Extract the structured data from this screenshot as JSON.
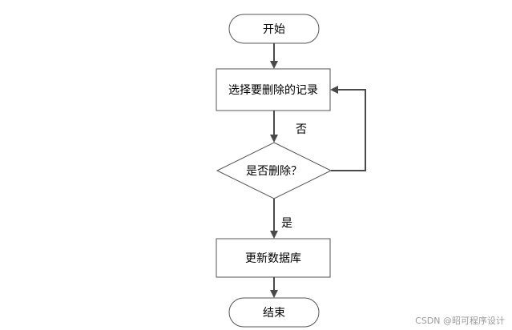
{
  "nodes": {
    "start": "开始",
    "select": "选择要删除的记录",
    "decision": "是否删除？",
    "update": "更新数据库",
    "end": "结束"
  },
  "edges": {
    "no_label": "否",
    "yes_label": "是"
  },
  "watermark": "CSDN @昭可程序设计",
  "colors": {
    "stroke": "#555555",
    "arrow": "#4a4a4a",
    "watermark": "#9a9a9a"
  }
}
